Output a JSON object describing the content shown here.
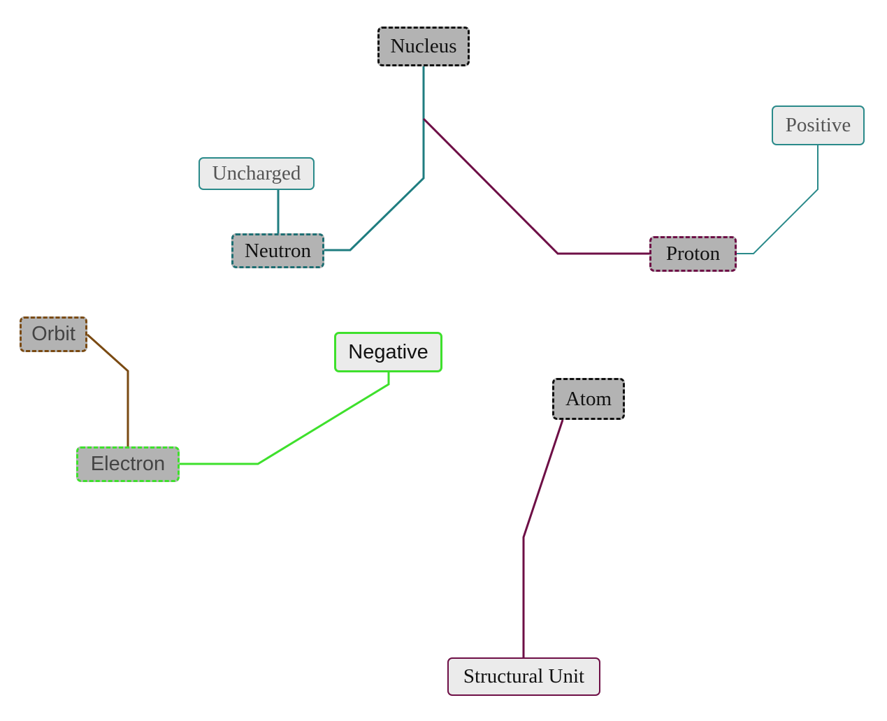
{
  "diagram": {
    "nodes": {
      "nucleus": {
        "label": "Nucleus"
      },
      "uncharged": {
        "label": "Uncharged"
      },
      "positive": {
        "label": "Positive"
      },
      "neutron": {
        "label": "Neutron"
      },
      "proton": {
        "label": "Proton"
      },
      "orbit": {
        "label": "Orbit"
      },
      "negative": {
        "label": "Negative"
      },
      "atom": {
        "label": "Atom"
      },
      "electron": {
        "label": "Electron"
      },
      "structural_unit": {
        "label": "Structural Unit"
      }
    },
    "edges": [
      {
        "from": "nucleus",
        "to": "neutron",
        "color": "#1f7d80"
      },
      {
        "from": "nucleus",
        "to": "proton",
        "color": "#6e0f46"
      },
      {
        "from": "uncharged",
        "to": "neutron",
        "color": "#1f7d80"
      },
      {
        "from": "proton",
        "to": "positive",
        "color": "#2a8a8a"
      },
      {
        "from": "orbit",
        "to": "electron",
        "color": "#7a4a12"
      },
      {
        "from": "electron",
        "to": "negative",
        "color": "#3ee02c"
      },
      {
        "from": "atom",
        "to": "structural_unit",
        "color": "#6e0f46"
      }
    ]
  }
}
